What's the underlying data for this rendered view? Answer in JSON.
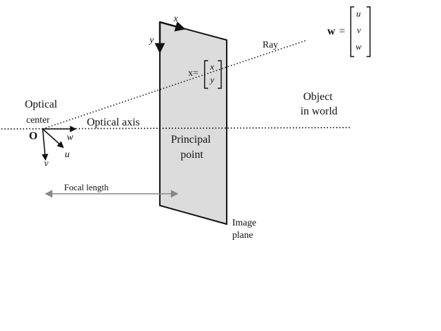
{
  "labels": {
    "optical_center_line1": "Optical",
    "optical_center_line2": "center",
    "origin": "O",
    "optical_axis": "Optical axis",
    "focal_length": "Focal length",
    "principal_point_line1": "Principal",
    "principal_point_line2": "point",
    "image_plane_line1": "Image",
    "image_plane_line2": "plane",
    "ray": "Ray",
    "object_line1": "Object",
    "object_line2": "in world"
  },
  "axes": {
    "camera_w": "w",
    "camera_u": "u",
    "camera_v": "v",
    "image_x": "x",
    "image_y": "y"
  },
  "image_point": {
    "prefix": "x=",
    "entries": [
      "x",
      "y"
    ]
  },
  "world_point": {
    "symbol": "w",
    "equals": "=",
    "entries": [
      "u",
      "v",
      "w"
    ]
  },
  "colors": {
    "plane_fill": "#dcdcdc",
    "ink": "#111111",
    "focal_arrow": "#888888"
  }
}
